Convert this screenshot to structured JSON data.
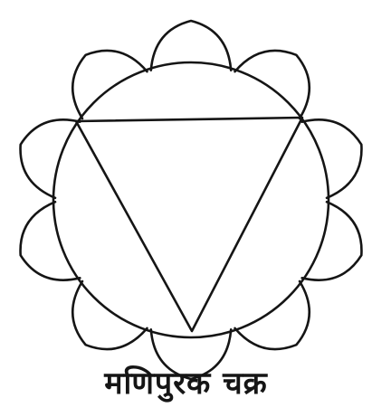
{
  "diagram": {
    "caption": "मणिपुरक चक्र",
    "petal_count": 10,
    "elements": [
      "lotus-petals",
      "circle",
      "inverted-triangle"
    ],
    "ink_color": "#151515",
    "background_color": "#ffffff"
  }
}
